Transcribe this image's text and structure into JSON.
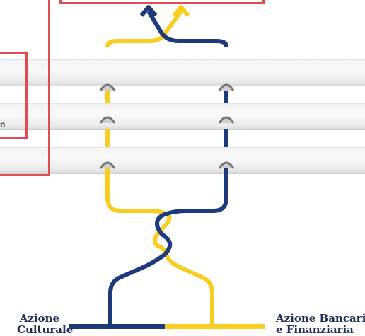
{
  "labels": {
    "left": [
      "Azione",
      "Culturale"
    ],
    "right": [
      "Azione Bancaria",
      "e Finanziaria"
    ]
  },
  "cut_text": "ni",
  "colors": {
    "navy": "#1f3a7a",
    "yellow": "#f7cd1f",
    "red_frame": "#e04b54",
    "label": "#222f52"
  },
  "icons": [
    "arrow-up-icon",
    "connector-arch-icon"
  ]
}
